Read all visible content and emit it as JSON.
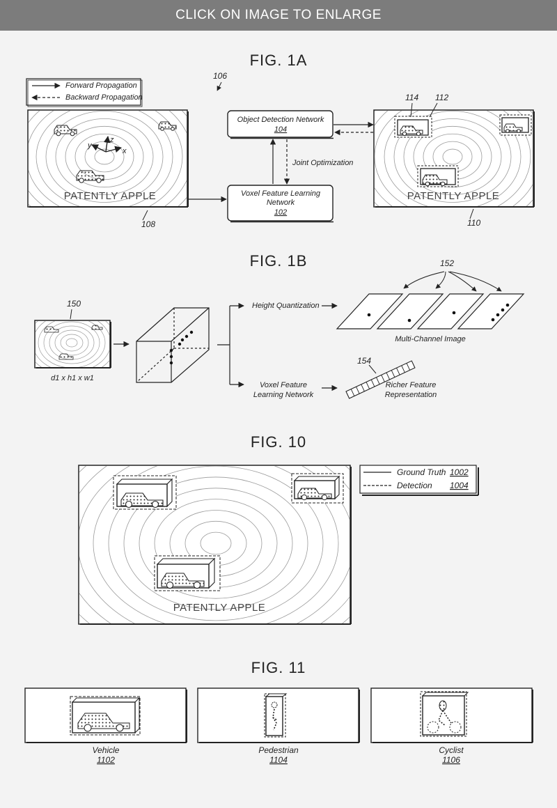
{
  "banner": "CLICK ON IMAGE TO ENLARGE",
  "watermark": "PATENTLY APPLE",
  "fig1a": {
    "title": "FIG. 1A",
    "legend_forward": "Forward Propagation",
    "legend_backward": "Backward Propagation",
    "ref_106": "106",
    "ref_108": "108",
    "ref_110": "110",
    "ref_112": "112",
    "ref_114": "114",
    "odn_label": "Object Detection Network",
    "odn_ref": "104",
    "vfl_label_1": "Voxel Feature Learning",
    "vfl_label_2": "Network",
    "vfl_ref": "102",
    "joint": "Joint Optimization",
    "axis_x": "x",
    "axis_y": "y",
    "axis_z": "z"
  },
  "fig1b": {
    "title": "FIG. 1B",
    "ref_150": "150",
    "ref_152": "152",
    "ref_154": "154",
    "dims": "d1 x h1 x w1",
    "height_q": "Height Quantization",
    "multi": "Multi-Channel Image",
    "vfl_1": "Voxel Feature",
    "vfl_2": "Learning Network",
    "richer_1": "Richer Feature",
    "richer_2": "Representation"
  },
  "fig10": {
    "title": "FIG. 10",
    "gt": "Ground Truth",
    "gt_ref": "1002",
    "det": "Detection",
    "det_ref": "1004"
  },
  "fig11": {
    "title": "FIG. 11",
    "vehicle": "Vehicle",
    "vehicle_ref": "1102",
    "pedestrian": "Pedestrian",
    "pedestrian_ref": "1104",
    "cyclist": "Cyclist",
    "cyclist_ref": "1106"
  },
  "colors": {
    "banner": "#7c7c7c",
    "background": "#f3f3f3",
    "ink": "#222222"
  }
}
